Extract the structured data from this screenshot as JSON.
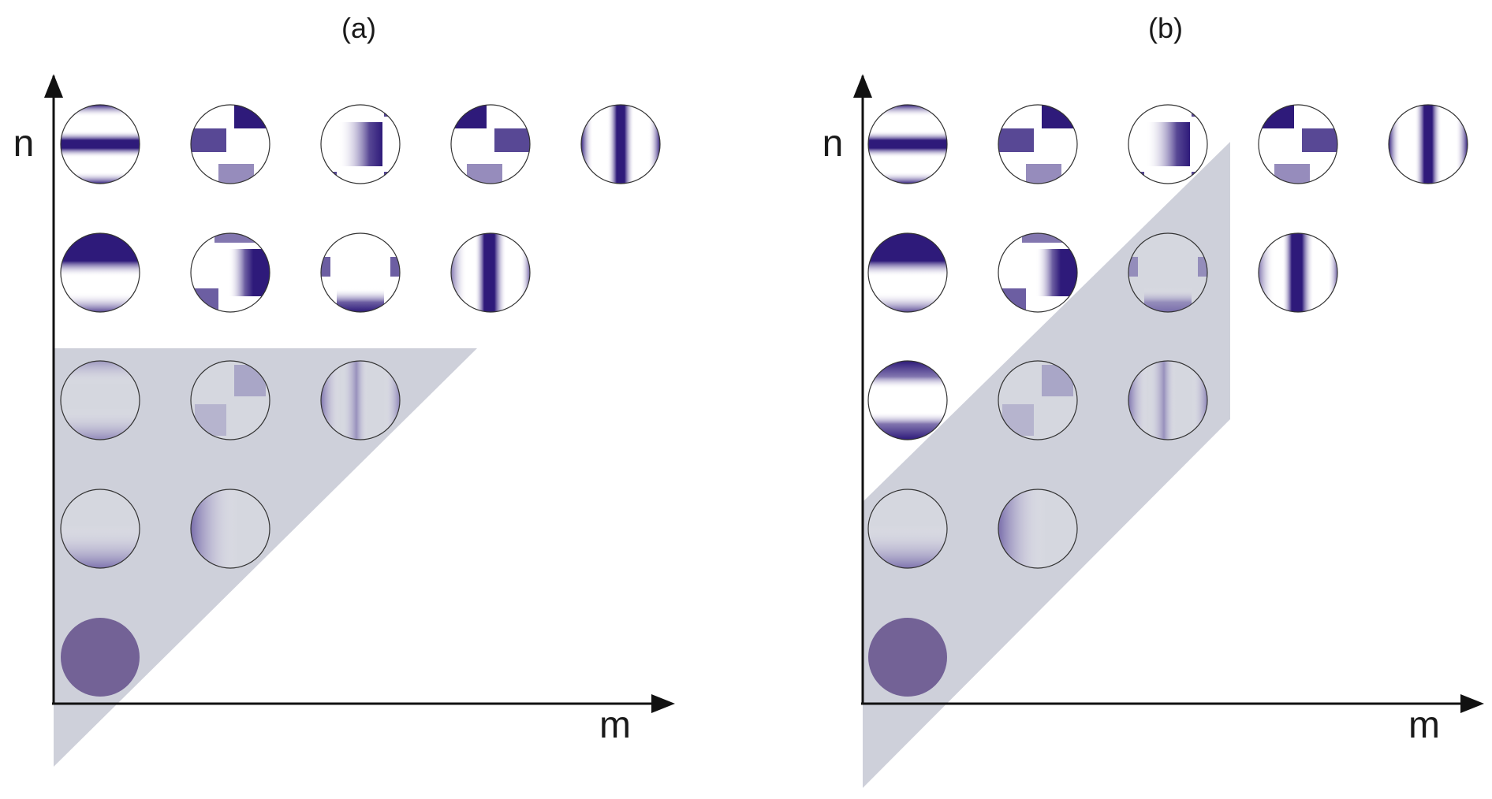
{
  "panels": [
    {
      "label": "(a)",
      "x_axis_label": "m",
      "y_axis_label": "n",
      "highlight_region": "triangle",
      "rows": [
        [
          "horizontal-three-band",
          "diagonal-split",
          "square-core",
          "diagonal-split-mirrored",
          "vertical-three-band"
        ],
        [
          "horizontal-two-band",
          "right-half-lobe",
          "lower-half-lobe",
          "vertical-two-band"
        ],
        [
          "horizontal-two-band-faint",
          "diagonal-faint",
          "vertical-two-band-faint"
        ],
        [
          "lower-gradient",
          "left-gradient"
        ],
        [
          "uniform-disk"
        ]
      ],
      "shaded_modes": [
        [
          2,
          0
        ],
        [
          2,
          1
        ],
        [
          2,
          2
        ],
        [
          3,
          0
        ],
        [
          3,
          1
        ],
        [
          4,
          0
        ]
      ]
    },
    {
      "label": "(b)",
      "x_axis_label": "m",
      "y_axis_label": "n",
      "highlight_region": "diagonal-band",
      "rows": [
        [
          "horizontal-three-band",
          "diagonal-split",
          "square-core",
          "diagonal-split-mirrored",
          "vertical-three-band"
        ],
        [
          "horizontal-two-band",
          "right-half-lobe",
          "lower-half-lobe",
          "vertical-two-band"
        ],
        [
          "horizontal-edge-lobes",
          "diagonal-faint",
          "vertical-two-band-faint"
        ],
        [
          "lower-gradient",
          "left-gradient"
        ],
        [
          "uniform-disk"
        ]
      ],
      "shaded_modes": [
        [
          1,
          2
        ],
        [
          2,
          1
        ],
        [
          2,
          2
        ],
        [
          3,
          0
        ],
        [
          3,
          1
        ],
        [
          4,
          0
        ]
      ]
    }
  ],
  "colors": {
    "mode": "#2e1a7a",
    "mode_faint": "#5a4a9a",
    "uniform": "#736296",
    "highlight": "#b9bccb",
    "axis": "#111111"
  }
}
